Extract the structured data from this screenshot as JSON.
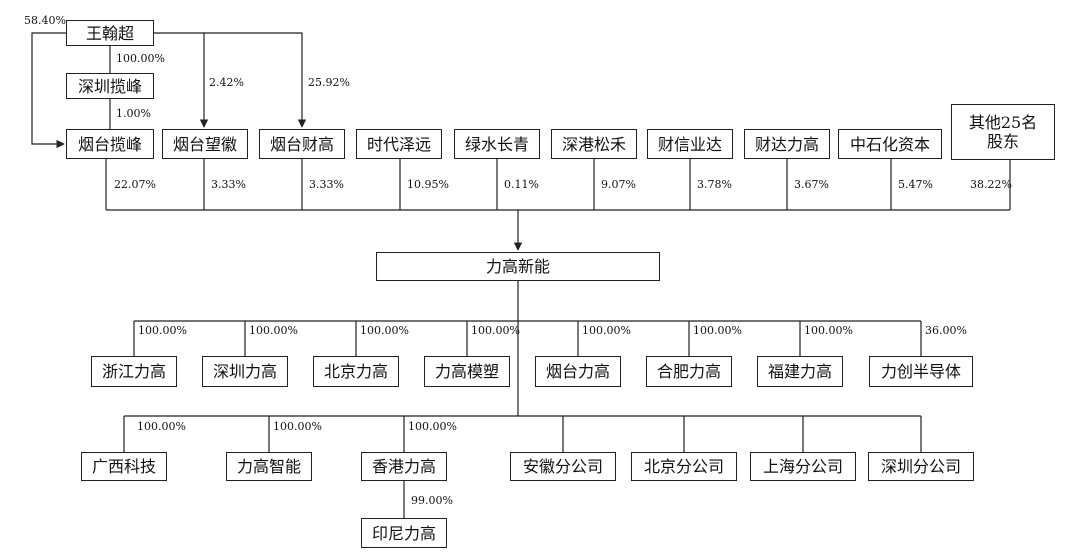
{
  "shareholders": {
    "wang": "王翰超",
    "shenzhen_lanfeng": "深圳揽峰",
    "yantai_lanfeng": "烟台揽峰",
    "yantai_wanghui": "烟台望徽",
    "yantai_caigao": "烟台财高",
    "shidai_zeyuan": "时代泽远",
    "lvshui_changqing": "绿水长青",
    "shengang_songhe": "深港松禾",
    "caixin_yeda": "财信业达",
    "caida_ligao": "财达力高",
    "zhongshihua": "中石化资本",
    "others": "其他25名股东"
  },
  "upper_pcts": {
    "wang_to_yantai_lanfeng": "58.40%",
    "wang_to_shenzhen_lanfeng": "100.00%",
    "shenzhen_to_yantai_lanfeng": "1.00%",
    "wang_to_yantai_wanghui": "2.42%",
    "wang_to_yantai_caigao": "25.92%"
  },
  "holdings_in_ligao": [
    "22.07%",
    "3.33%",
    "3.33%",
    "10.95%",
    "0.11%",
    "9.07%",
    "3.78%",
    "3.67%",
    "5.47%",
    "38.22%"
  ],
  "company": "力高新能",
  "subsidiaries_row1": [
    {
      "name": "浙江力高",
      "pct": "100.00%"
    },
    {
      "name": "深圳力高",
      "pct": "100.00%"
    },
    {
      "name": "北京力高",
      "pct": "100.00%"
    },
    {
      "name": "力高模塑",
      "pct": "100.00%"
    },
    {
      "name": "烟台力高",
      "pct": "100.00%"
    },
    {
      "name": "合肥力高",
      "pct": "100.00%"
    },
    {
      "name": "福建力高",
      "pct": "100.00%"
    },
    {
      "name": "力创半导体",
      "pct": "36.00%"
    }
  ],
  "subsidiaries_row2": [
    {
      "name": "广西科技",
      "pct": "100.00%"
    },
    {
      "name": "力高智能",
      "pct": "100.00%"
    },
    {
      "name": "香港力高",
      "pct": "100.00%"
    },
    {
      "name": "安徽分公司",
      "pct": ""
    },
    {
      "name": "北京分公司",
      "pct": ""
    },
    {
      "name": "上海分公司",
      "pct": ""
    },
    {
      "name": "深圳分公司",
      "pct": ""
    }
  ],
  "indonesia": {
    "name": "印尼力高",
    "pct": "99.00%"
  }
}
